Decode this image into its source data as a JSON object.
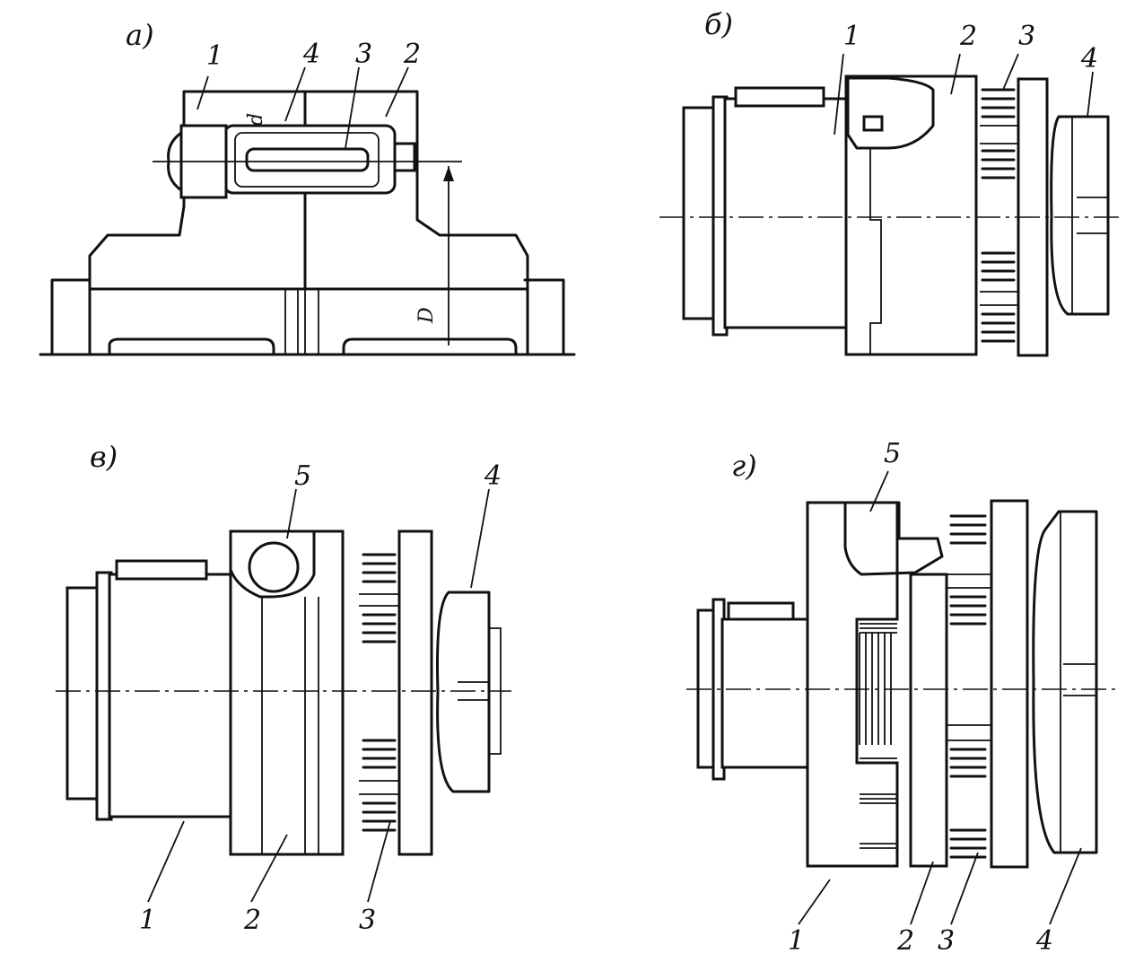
{
  "panels": {
    "a": {
      "caption": "а)",
      "labels": [
        "1",
        "4",
        "3",
        "2"
      ],
      "dim_d": "d",
      "dim_D": "D"
    },
    "b": {
      "caption": "б)",
      "labels": [
        "1",
        "2",
        "3",
        "4"
      ]
    },
    "v": {
      "caption": "в)",
      "labels": [
        "5",
        "4",
        "1",
        "2",
        "3"
      ]
    },
    "g": {
      "caption": "г)",
      "labels": [
        "5",
        "1",
        "2",
        "3",
        "4"
      ]
    }
  }
}
